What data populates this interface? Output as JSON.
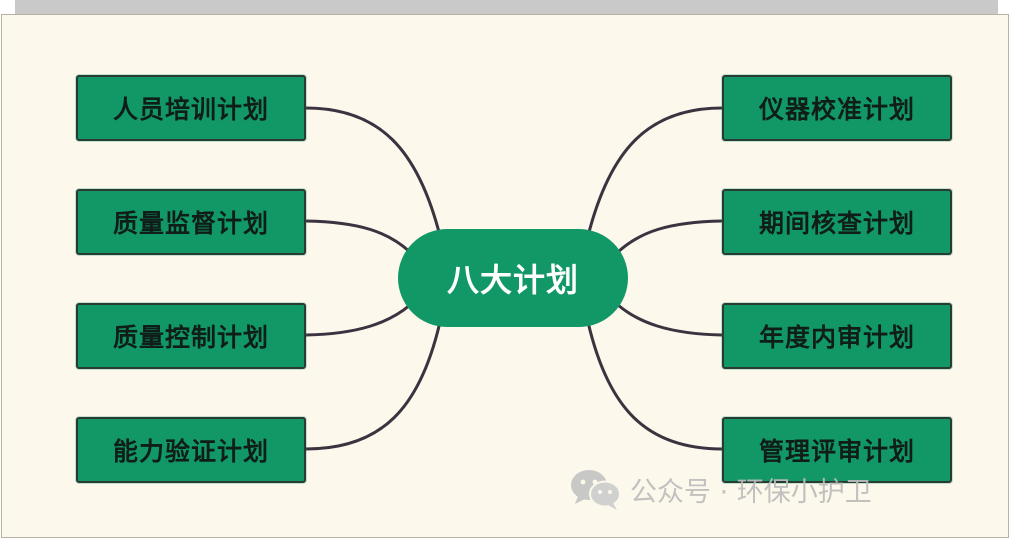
{
  "diagram": {
    "center_label": "八大计划",
    "left_nodes": [
      {
        "label": "人员培训计划"
      },
      {
        "label": "质量监督计划"
      },
      {
        "label": "质量控制计划"
      },
      {
        "label": "能力验证计划"
      }
    ],
    "right_nodes": [
      {
        "label": "仪器校准计划"
      },
      {
        "label": "期间核查计划"
      },
      {
        "label": "年度内审计划"
      },
      {
        "label": "管理评审计划"
      }
    ]
  },
  "watermark": {
    "text": "公众号 · 环保小护卫",
    "icon": "wechat-icon"
  },
  "colors": {
    "node_fill": "#129867",
    "node_border": "#2a3b33",
    "link_stroke": "#3b3440",
    "background": "#fdf8ec",
    "center_text": "#ffffff"
  }
}
